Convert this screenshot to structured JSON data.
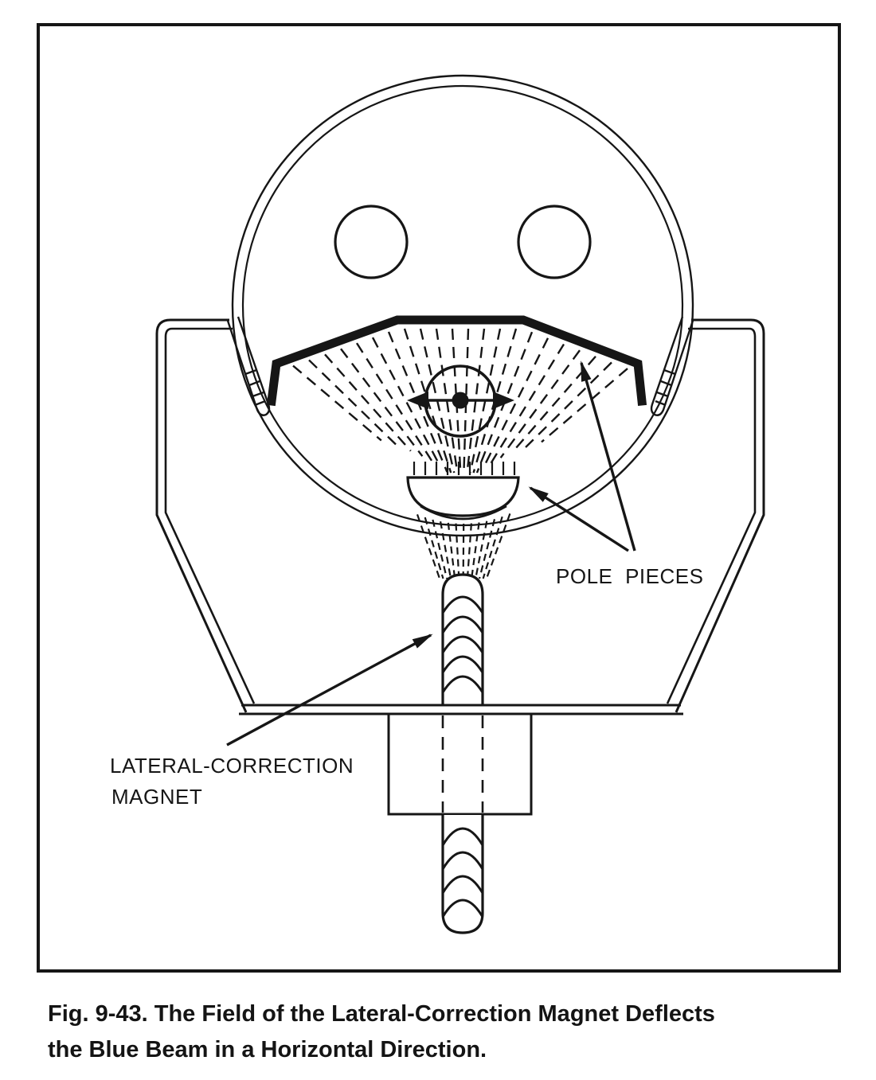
{
  "caption": {
    "line1": "Fig. 9-43. The Field of the Lateral-Correction Magnet Deflects",
    "line2": "the Blue Beam in a Horizontal Direction."
  },
  "labels": {
    "pole_pieces": "POLE PIECES",
    "lateral_correction_line1": "LATERAL-CORRECTION",
    "lateral_correction_line2": "MAGNET"
  },
  "icons": {
    "beam_deflection_arrow": "double-headed-horizontal-arrow",
    "callout_arrows": "solid-black-arrow"
  },
  "colors": {
    "ink": "#161616",
    "paper": "#ffffff"
  }
}
